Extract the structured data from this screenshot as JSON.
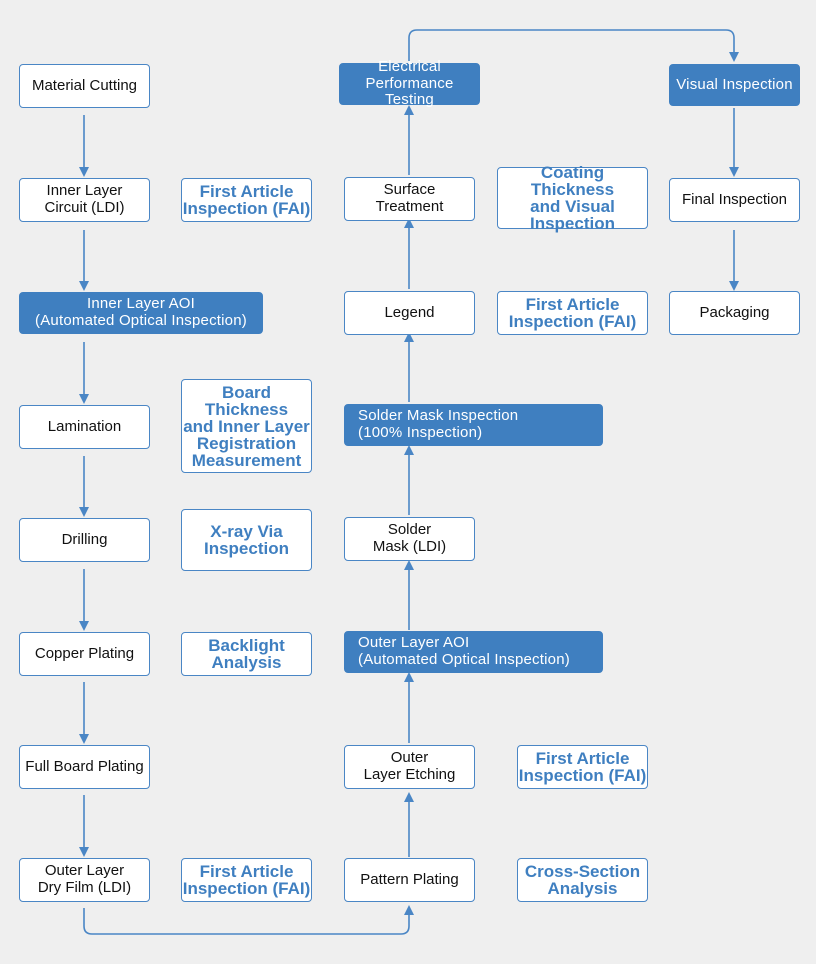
{
  "colors": {
    "accent": "#3f7fc0",
    "background": "#efefef",
    "box_fill": "#ffffff",
    "text": "#111111"
  },
  "process": {
    "material_cutting": "Material Cutting",
    "inner_layer_circuit": "Inner Layer\nCircuit (LDI)",
    "inner_layer_aoi": "Inner Layer AOI\n(Automated Optical Inspection)",
    "lamination": "Lamination",
    "drilling": "Drilling",
    "copper_plating": "Copper Plating",
    "full_board_plating": "Full Board Plating",
    "outer_layer_dry_film": "Outer Layer\nDry Film (LDI)",
    "pattern_plating": "Pattern Plating",
    "outer_layer_etching": "Outer\nLayer Etching",
    "outer_layer_aoi": "Outer Layer AOI\n(Automated Optical Inspection)",
    "solder_mask": "Solder\nMask (LDI)",
    "solder_mask_inspection": "Solder Mask Inspection\n(100% Inspection)",
    "legend": "Legend",
    "surface_treatment": "Surface\nTreatment",
    "electrical_testing": "Electrical\nPerformance Testing",
    "visual_inspection": "Visual Inspection",
    "final_inspection": "Final Inspection",
    "packaging": "Packaging"
  },
  "quality_checks": {
    "fai_inner": "First Article\nInspection (FAI)",
    "board_thickness": "Board Thickness\nand Inner Layer\nRegistration\nMeasurement",
    "xray_via": "X-ray Via\nInspection",
    "backlight": "Backlight\nAnalysis",
    "fai_outer_dry_film": "First Article\nInspection (FAI)",
    "fai_outer_etching": "First Article\nInspection (FAI)",
    "cross_section": "Cross-Section\nAnalysis",
    "fai_legend": "First Article\nInspection (FAI)",
    "coating_thickness": "Coating Thickness\nand Visual\nInspection"
  }
}
